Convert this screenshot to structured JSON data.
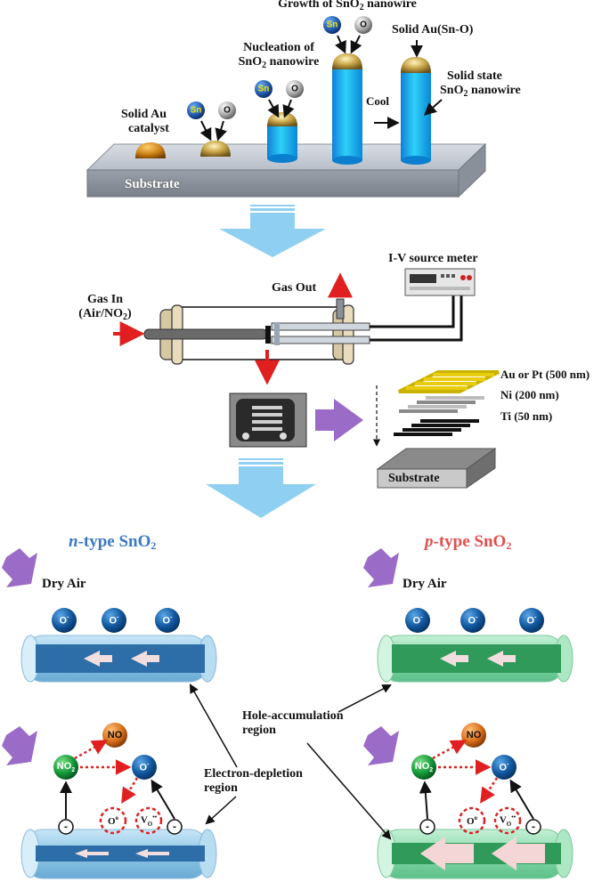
{
  "top": {
    "solid_au_catalyst": [
      "Solid Au",
      "catalyst"
    ],
    "nucleation": [
      "Nucleation of",
      "SnO",
      "2",
      " nanowire"
    ],
    "growth": [
      "Growth of SnO",
      "2",
      " nanowire"
    ],
    "solid_au_sno": "Solid Au(Sn-O)",
    "solid_state": [
      "Solid state",
      "SnO",
      "2",
      " nanowire"
    ],
    "cool": "Cool",
    "substrate": "Substrate",
    "sn": "Sn",
    "o": "O"
  },
  "middle": {
    "gas_in": [
      "Gas In",
      "(Air/NO",
      "2",
      ")"
    ],
    "gas_out": "Gas Out",
    "iv_meter": "I-V source meter",
    "layers": [
      "Au or Pt (500 nm)",
      "Ni (200 nm)",
      "Ti (50 nm)"
    ],
    "substrate": "Substrate"
  },
  "bottom": {
    "n_type": [
      "n",
      "-type SnO",
      "2"
    ],
    "p_type": [
      "p",
      "-type SnO",
      "2"
    ],
    "dry_air": "Dry Air",
    "o_minus": [
      "O",
      "-"
    ],
    "no": "NO",
    "no2": [
      "NO",
      "2"
    ],
    "o0": [
      "O",
      "o"
    ],
    "vo": [
      "V",
      "O",
      "••"
    ],
    "minus": "-",
    "hole_region": [
      "Hole-accumulation",
      "region"
    ],
    "electron_region": [
      "Electron-depletion",
      "region"
    ]
  },
  "colors": {
    "n_wire": "#2d6ea8",
    "n_tube": "#9ccde9",
    "p_wire": "#2f9a5a",
    "p_tube": "#8fdcae",
    "big_arrow": "#8fd0f2",
    "purple_arrow": "#9a6bc7",
    "red_arrow": "#e02020",
    "red_dash": "#e02020"
  }
}
